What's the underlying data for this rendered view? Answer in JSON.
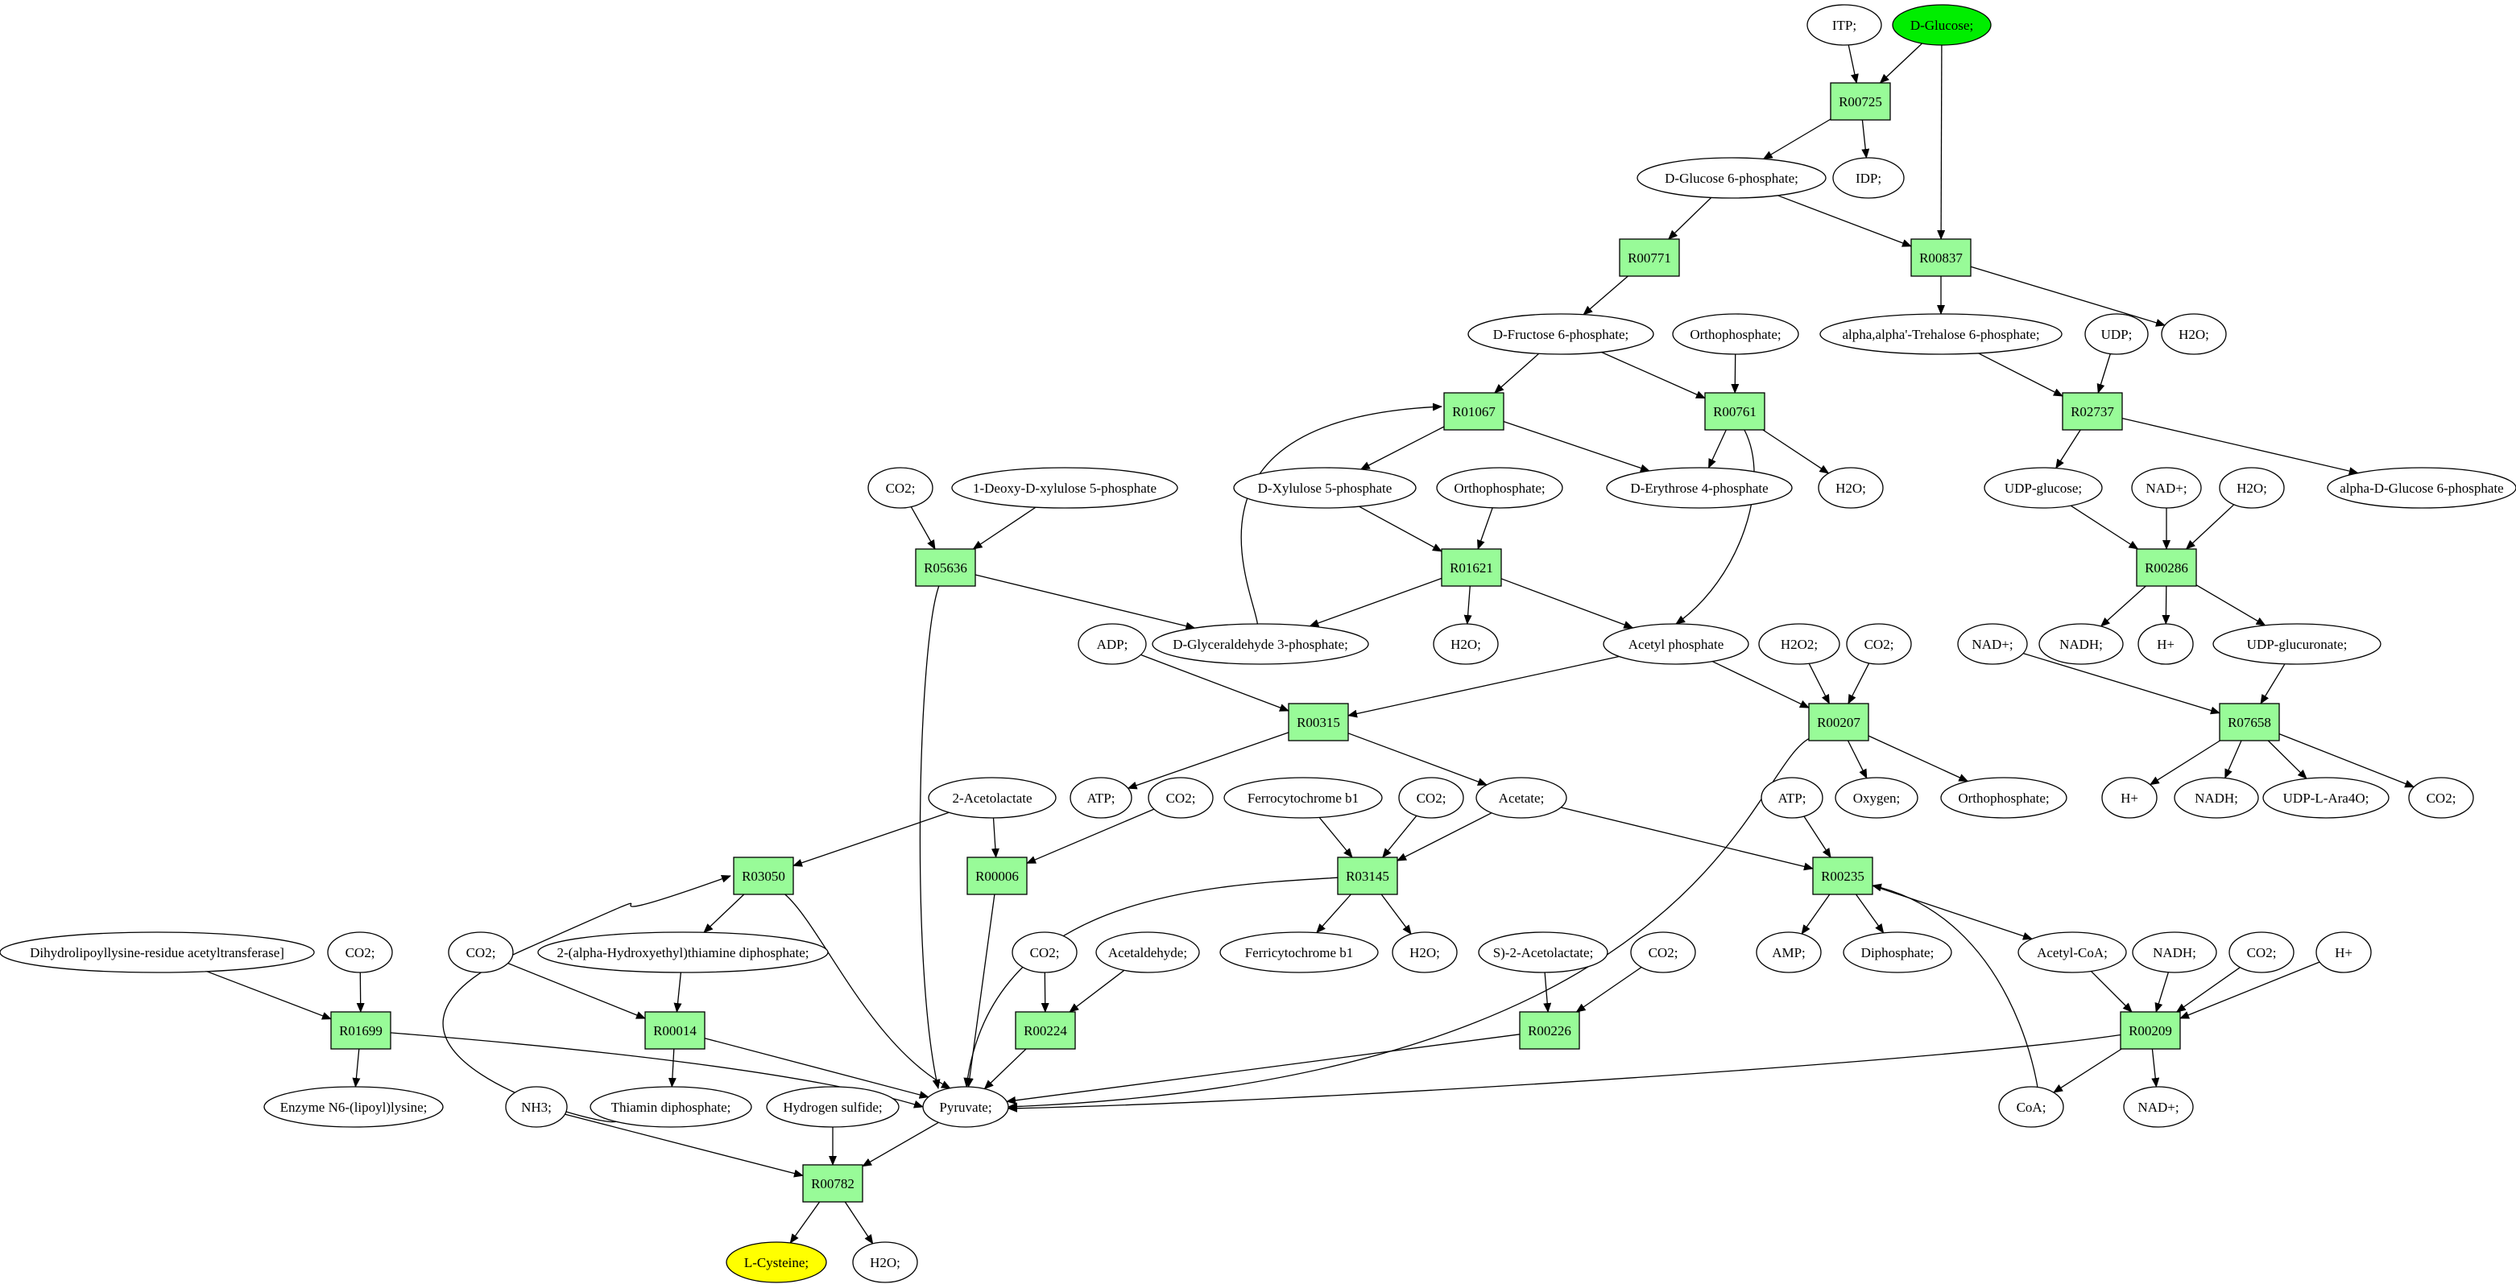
{
  "graph": {
    "colors": {
      "reaction_fill": "#98fb98",
      "metabolite_fill": "#ffffff",
      "start_fill": "#00ee00",
      "target_fill": "#ffff00",
      "stroke": "#000000"
    },
    "reactions": [
      {
        "id": "R00725",
        "label": "R00725"
      },
      {
        "id": "R00771",
        "label": "R00771"
      },
      {
        "id": "R00837",
        "label": "R00837"
      },
      {
        "id": "R01067",
        "label": "R01067"
      },
      {
        "id": "R00761",
        "label": "R00761"
      },
      {
        "id": "R02737",
        "label": "R02737"
      },
      {
        "id": "R05636",
        "label": "R05636"
      },
      {
        "id": "R01621",
        "label": "R01621"
      },
      {
        "id": "R00286",
        "label": "R00286"
      },
      {
        "id": "R00315",
        "label": "R00315"
      },
      {
        "id": "R00207",
        "label": "R00207"
      },
      {
        "id": "R07658",
        "label": "R07658"
      },
      {
        "id": "R03050",
        "label": "R03050"
      },
      {
        "id": "R00006",
        "label": "R00006"
      },
      {
        "id": "R03145",
        "label": "R03145"
      },
      {
        "id": "R00235",
        "label": "R00235"
      },
      {
        "id": "R01699",
        "label": "R01699"
      },
      {
        "id": "R00014",
        "label": "R00014"
      },
      {
        "id": "R00224",
        "label": "R00224"
      },
      {
        "id": "R00226",
        "label": "R00226"
      },
      {
        "id": "R00209",
        "label": "R00209"
      },
      {
        "id": "R00782",
        "label": "R00782"
      }
    ],
    "metabolites": [
      {
        "id": "itp",
        "label": "ITP;"
      },
      {
        "id": "dglucose",
        "label": "D-Glucose;",
        "role": "start"
      },
      {
        "id": "idp",
        "label": "IDP;"
      },
      {
        "id": "g6p",
        "label": "D-Glucose 6-phosphate;"
      },
      {
        "id": "f6p",
        "label": "D-Fructose 6-phosphate;"
      },
      {
        "id": "ortho1",
        "label": "Orthophosphate;"
      },
      {
        "id": "trehalose6p",
        "label": "alpha,alpha'-Trehalose 6-phosphate;"
      },
      {
        "id": "udp",
        "label": "UDP;"
      },
      {
        "id": "h2o_a",
        "label": "H2O;"
      },
      {
        "id": "co2_a",
        "label": "CO2;"
      },
      {
        "id": "deoxyxylulose",
        "label": "1-Deoxy-D-xylulose 5-phosphate"
      },
      {
        "id": "xylulose5p",
        "label": "D-Xylulose 5-phosphate"
      },
      {
        "id": "ortho2",
        "label": "Orthophosphate;"
      },
      {
        "id": "erythrose4p",
        "label": "D-Erythrose 4-phosphate"
      },
      {
        "id": "h2o_b",
        "label": "H2O;"
      },
      {
        "id": "udpglucose",
        "label": "UDP-glucose;"
      },
      {
        "id": "nadp_a",
        "label": "NAD+;"
      },
      {
        "id": "h2o_c",
        "label": "H2O;"
      },
      {
        "id": "adglucose6p",
        "label": "alpha-D-Glucose 6-phosphate"
      },
      {
        "id": "gap",
        "label": "D-Glyceraldehyde 3-phosphate;"
      },
      {
        "id": "h2o_d",
        "label": "H2O;"
      },
      {
        "id": "acetylp",
        "label": "Acetyl phosphate"
      },
      {
        "id": "adp",
        "label": "ADP;"
      },
      {
        "id": "h2o2",
        "label": "H2O2;"
      },
      {
        "id": "co2_b",
        "label": "CO2;"
      },
      {
        "id": "nadh_a",
        "label": "NADH;"
      },
      {
        "id": "hplus_a",
        "label": "H+"
      },
      {
        "id": "udpglucuronate",
        "label": "UDP-glucuronate;"
      },
      {
        "id": "nadp_b",
        "label": "NAD+;"
      },
      {
        "id": "atp_a",
        "label": "ATP;"
      },
      {
        "id": "co2_c",
        "label": "CO2;"
      },
      {
        "id": "acetolactate",
        "label": "2-Acetolactate"
      },
      {
        "id": "ferrocyt",
        "label": "Ferrocytochrome b1"
      },
      {
        "id": "co2_d",
        "label": "CO2;"
      },
      {
        "id": "acetate",
        "label": "Acetate;"
      },
      {
        "id": "oxygen",
        "label": "Oxygen;"
      },
      {
        "id": "ortho3",
        "label": "Orthophosphate;"
      },
      {
        "id": "atp_b",
        "label": "ATP;"
      },
      {
        "id": "hplus_b",
        "label": "H+"
      },
      {
        "id": "nadh_b",
        "label": "NADH;"
      },
      {
        "id": "udpara",
        "label": "UDP-L-Ara4O;"
      },
      {
        "id": "co2_e",
        "label": "CO2;"
      },
      {
        "id": "dihydrolipoyl",
        "label": "Dihydrolipoyllysine-residue acetyltransferase]"
      },
      {
        "id": "co2_f",
        "label": "CO2;"
      },
      {
        "id": "co2_g",
        "label": "CO2;"
      },
      {
        "id": "hethtpp",
        "label": "2-(alpha-Hydroxyethyl)thiamine diphosphate;"
      },
      {
        "id": "co2_h",
        "label": "CO2;"
      },
      {
        "id": "acetaldehyde",
        "label": "Acetaldehyde;"
      },
      {
        "id": "ferricyt",
        "label": "Ferricytochrome b1"
      },
      {
        "id": "h2o_e",
        "label": "H2O;"
      },
      {
        "id": "sacetolactate",
        "label": "S)-2-Acetolactate;"
      },
      {
        "id": "co2_i",
        "label": "CO2;"
      },
      {
        "id": "amp",
        "label": "AMP;"
      },
      {
        "id": "diphosphate",
        "label": "Diphosphate;"
      },
      {
        "id": "acetylcoa",
        "label": "Acetyl-CoA;"
      },
      {
        "id": "nadh_c",
        "label": "NADH;"
      },
      {
        "id": "co2_j",
        "label": "CO2;"
      },
      {
        "id": "hplus_c",
        "label": "H+"
      },
      {
        "id": "enzymelipoyl",
        "label": "Enzyme N6-(lipoyl)lysine;"
      },
      {
        "id": "thiaminpp",
        "label": "Thiamin diphosphate;"
      },
      {
        "id": "nh3",
        "label": "NH3;"
      },
      {
        "id": "h2s",
        "label": "Hydrogen sulfide;"
      },
      {
        "id": "pyruvate",
        "label": "Pyruvate;"
      },
      {
        "id": "coa",
        "label": "CoA;"
      },
      {
        "id": "nadp_c",
        "label": "NAD+;"
      },
      {
        "id": "lcysteine",
        "label": "L-Cysteine;",
        "role": "target"
      },
      {
        "id": "h2o_f",
        "label": "H2O;"
      }
    ],
    "edges": [
      [
        "itp",
        "R00725"
      ],
      [
        "dglucose",
        "R00725"
      ],
      [
        "R00725",
        "g6p"
      ],
      [
        "R00725",
        "idp"
      ],
      [
        "g6p",
        "R00771"
      ],
      [
        "g6p",
        "R00837"
      ],
      [
        "dglucose",
        "R00837"
      ],
      [
        "R00771",
        "f6p"
      ],
      [
        "R00837",
        "trehalose6p"
      ],
      [
        "R00837",
        "h2o_a"
      ],
      [
        "f6p",
        "R01067"
      ],
      [
        "f6p",
        "R00761"
      ],
      [
        "ortho1",
        "R00761"
      ],
      [
        "gap",
        "R01067"
      ],
      [
        "R01067",
        "xylulose5p"
      ],
      [
        "R01067",
        "erythrose4p"
      ],
      [
        "R00761",
        "erythrose4p"
      ],
      [
        "R00761",
        "h2o_b"
      ],
      [
        "R00761",
        "acetylp"
      ],
      [
        "trehalose6p",
        "R02737"
      ],
      [
        "udp",
        "R02737"
      ],
      [
        "R02737",
        "udpglucose"
      ],
      [
        "R02737",
        "adglucose6p"
      ],
      [
        "co2_a",
        "R05636"
      ],
      [
        "deoxyxylulose",
        "R05636"
      ],
      [
        "R05636",
        "gap"
      ],
      [
        "R05636",
        "pyruvate"
      ],
      [
        "xylulose5p",
        "R01621"
      ],
      [
        "ortho2",
        "R01621"
      ],
      [
        "R01621",
        "gap"
      ],
      [
        "R01621",
        "h2o_d"
      ],
      [
        "R01621",
        "acetylp"
      ],
      [
        "udpglucose",
        "R00286"
      ],
      [
        "nadp_a",
        "R00286"
      ],
      [
        "h2o_c",
        "R00286"
      ],
      [
        "R00286",
        "nadh_a"
      ],
      [
        "R00286",
        "hplus_a"
      ],
      [
        "R00286",
        "udpglucuronate"
      ],
      [
        "adp",
        "R00315"
      ],
      [
        "acetylp",
        "R00315"
      ],
      [
        "R00315",
        "atp_a"
      ],
      [
        "R00315",
        "acetate"
      ],
      [
        "acetylp",
        "R00207"
      ],
      [
        "h2o2",
        "R00207"
      ],
      [
        "co2_b",
        "R00207"
      ],
      [
        "R00207",
        "oxygen"
      ],
      [
        "R00207",
        "ortho3"
      ],
      [
        "R00207",
        "pyruvate"
      ],
      [
        "nadp_b",
        "R07658"
      ],
      [
        "udpglucuronate",
        "R07658"
      ],
      [
        "R07658",
        "hplus_b"
      ],
      [
        "R07658",
        "nadh_b"
      ],
      [
        "R07658",
        "udpara"
      ],
      [
        "R07658",
        "co2_e"
      ],
      [
        "acetolactate",
        "R03050"
      ],
      [
        "thiaminpp",
        "R03050"
      ],
      [
        "R03050",
        "hethtpp"
      ],
      [
        "R03050",
        "pyruvate"
      ],
      [
        "acetolactate",
        "R00006"
      ],
      [
        "co2_c",
        "R00006"
      ],
      [
        "R00006",
        "pyruvate"
      ],
      [
        "ferrocyt",
        "R03145"
      ],
      [
        "co2_d",
        "R03145"
      ],
      [
        "acetate",
        "R03145"
      ],
      [
        "R03145",
        "ferricyt"
      ],
      [
        "R03145",
        "h2o_e"
      ],
      [
        "R03145",
        "pyruvate"
      ],
      [
        "atp_b",
        "R00235"
      ],
      [
        "acetate",
        "R00235"
      ],
      [
        "coa",
        "R00235"
      ],
      [
        "R00235",
        "amp"
      ],
      [
        "R00235",
        "diphosphate"
      ],
      [
        "R00235",
        "acetylcoa"
      ],
      [
        "dihydrolipoyl",
        "R01699"
      ],
      [
        "co2_f",
        "R01699"
      ],
      [
        "R01699",
        "enzymelipoyl"
      ],
      [
        "R01699",
        "pyruvate"
      ],
      [
        "co2_g",
        "R00014"
      ],
      [
        "hethtpp",
        "R00014"
      ],
      [
        "R00014",
        "thiaminpp"
      ],
      [
        "R00014",
        "pyruvate"
      ],
      [
        "co2_h",
        "R00224"
      ],
      [
        "acetaldehyde",
        "R00224"
      ],
      [
        "R00224",
        "pyruvate"
      ],
      [
        "sacetolactate",
        "R00226"
      ],
      [
        "co2_i",
        "R00226"
      ],
      [
        "R00226",
        "pyruvate"
      ],
      [
        "acetylcoa",
        "R00209"
      ],
      [
        "nadh_c",
        "R00209"
      ],
      [
        "co2_j",
        "R00209"
      ],
      [
        "hplus_c",
        "R00209"
      ],
      [
        "R00209",
        "coa"
      ],
      [
        "R00209",
        "nadp_c"
      ],
      [
        "R00209",
        "pyruvate"
      ],
      [
        "nh3",
        "R00782"
      ],
      [
        "h2s",
        "R00782"
      ],
      [
        "pyruvate",
        "R00782"
      ],
      [
        "R00782",
        "lcysteine"
      ],
      [
        "R00782",
        "h2o_f"
      ]
    ]
  }
}
